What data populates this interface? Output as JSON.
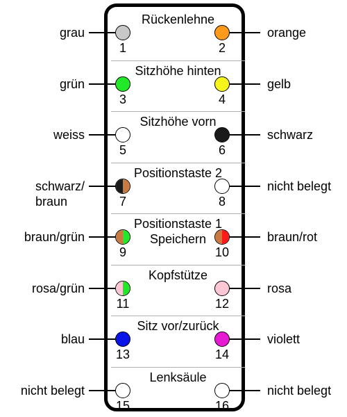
{
  "sections": [
    {
      "title": "Rückenlehne"
    },
    {
      "title": "Sitzhöhe hinten"
    },
    {
      "title": "Sitzhöhe vorn"
    },
    {
      "title": "Positionstaste 2"
    },
    {
      "title": "Positionstaste 1",
      "subtitle": "Speichern"
    },
    {
      "title": "Kopfstütze"
    },
    {
      "title": "Sitz vor/zurück"
    },
    {
      "title": "Lenksäule"
    }
  ],
  "pins": [
    {
      "number": "1",
      "label": "grau",
      "colors": [
        "#c8c8c8"
      ]
    },
    {
      "number": "2",
      "label": "orange",
      "colors": [
        "#ff9a1a"
      ]
    },
    {
      "number": "3",
      "label": "grün",
      "colors": [
        "#22e82a"
      ]
    },
    {
      "number": "4",
      "label": "gelb",
      "colors": [
        "#f5f51a"
      ]
    },
    {
      "number": "5",
      "label": "weiss",
      "colors": [
        "#ffffff"
      ]
    },
    {
      "number": "6",
      "label": "schwarz",
      "colors": [
        "#1a1a1a"
      ]
    },
    {
      "number": "7",
      "label": "schwarz/\nbraun",
      "colors": [
        "#1a1a1a",
        "#c87a40"
      ]
    },
    {
      "number": "8",
      "label": "nicht belegt",
      "colors": [
        "#ffffff"
      ]
    },
    {
      "number": "9",
      "label": "braun/grün",
      "colors": [
        "#c87a40",
        "#22e82a"
      ]
    },
    {
      "number": "10",
      "label": "braun/rot",
      "colors": [
        "#c87a40",
        "#ff1a1a"
      ]
    },
    {
      "number": "11",
      "label": "rosa/grün",
      "colors": [
        "#ffc6d4",
        "#22e82a"
      ]
    },
    {
      "number": "12",
      "label": "rosa",
      "colors": [
        "#ffc6d4"
      ]
    },
    {
      "number": "13",
      "label": "blau",
      "colors": [
        "#0a14e6"
      ]
    },
    {
      "number": "14",
      "label": "violett",
      "colors": [
        "#e61ad2"
      ]
    },
    {
      "number": "15",
      "label": "nicht belegt",
      "colors": [
        "#ffffff"
      ]
    },
    {
      "number": "16",
      "label": "nicht belegt",
      "colors": [
        "#ffffff"
      ]
    }
  ]
}
